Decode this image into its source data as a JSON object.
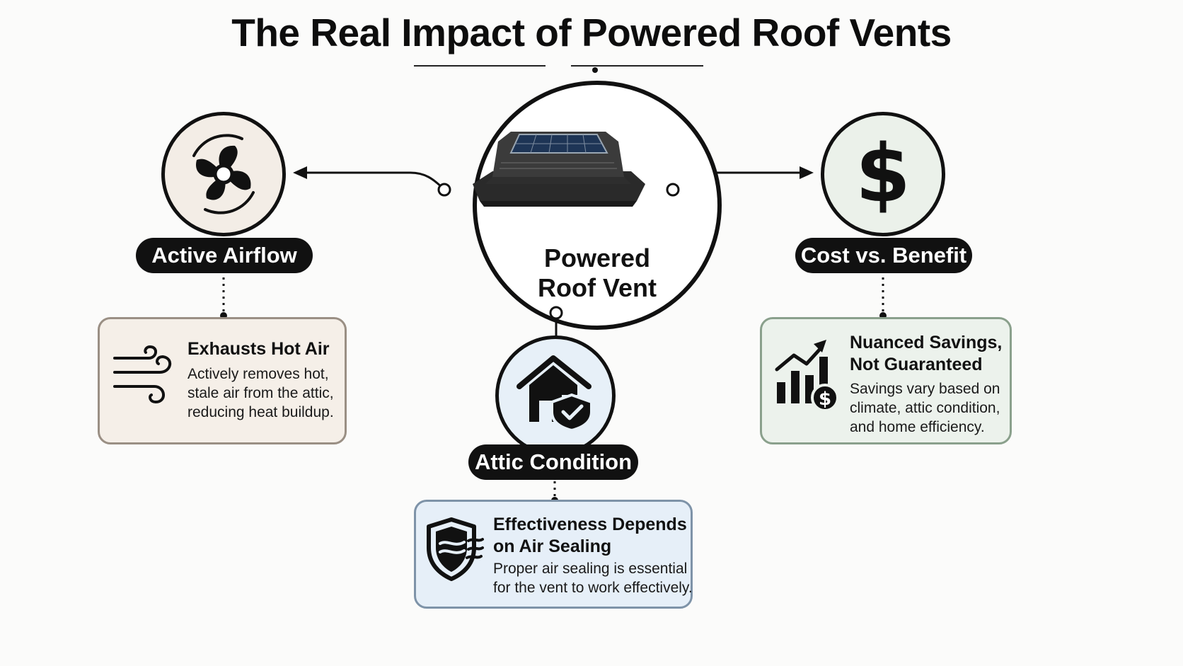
{
  "title": "The Real Impact of Powered Roof Vents",
  "center": {
    "label_line1": "Powered",
    "label_line2": "Roof Vent",
    "image_icon": "solar-roof-vent-icon"
  },
  "nodes": {
    "airflow": {
      "label": "Active Airflow",
      "icon": "fan-icon",
      "circle_color": "#f3ede6",
      "card": {
        "title": "Exhausts Hot Air",
        "text_line1": "Actively removes hot,",
        "text_line2": "stale air from the attic,",
        "text_line3": "reducing heat buildup.",
        "icon": "wind-icon",
        "bg": "#f5efe8",
        "border": "#9a8f84"
      }
    },
    "attic": {
      "label": "Attic Condition",
      "icon": "house-shield-icon",
      "circle_color": "#e7f0f8",
      "card": {
        "title_line1": "Effectiveness Depends",
        "title_line2": "on Air Sealing",
        "text_line1": "Proper air sealing is essential",
        "text_line2": "for the vent to work effectively.",
        "icon": "shield-airflow-icon",
        "bg": "#e6eff8",
        "border": "#7e93a8"
      }
    },
    "cost": {
      "label": "Cost vs. Benefit",
      "icon": "dollar-icon",
      "circle_color": "#ebf1ea",
      "card": {
        "title_line1": "Nuanced Savings,",
        "title_line2": "Not Guaranteed",
        "text_line1": "Savings vary based on",
        "text_line2": "climate, attic condition,",
        "text_line3": "and home efficiency.",
        "icon": "growth-chart-dollar-icon",
        "bg": "#ecf2ec",
        "border": "#8aa08c"
      }
    }
  }
}
